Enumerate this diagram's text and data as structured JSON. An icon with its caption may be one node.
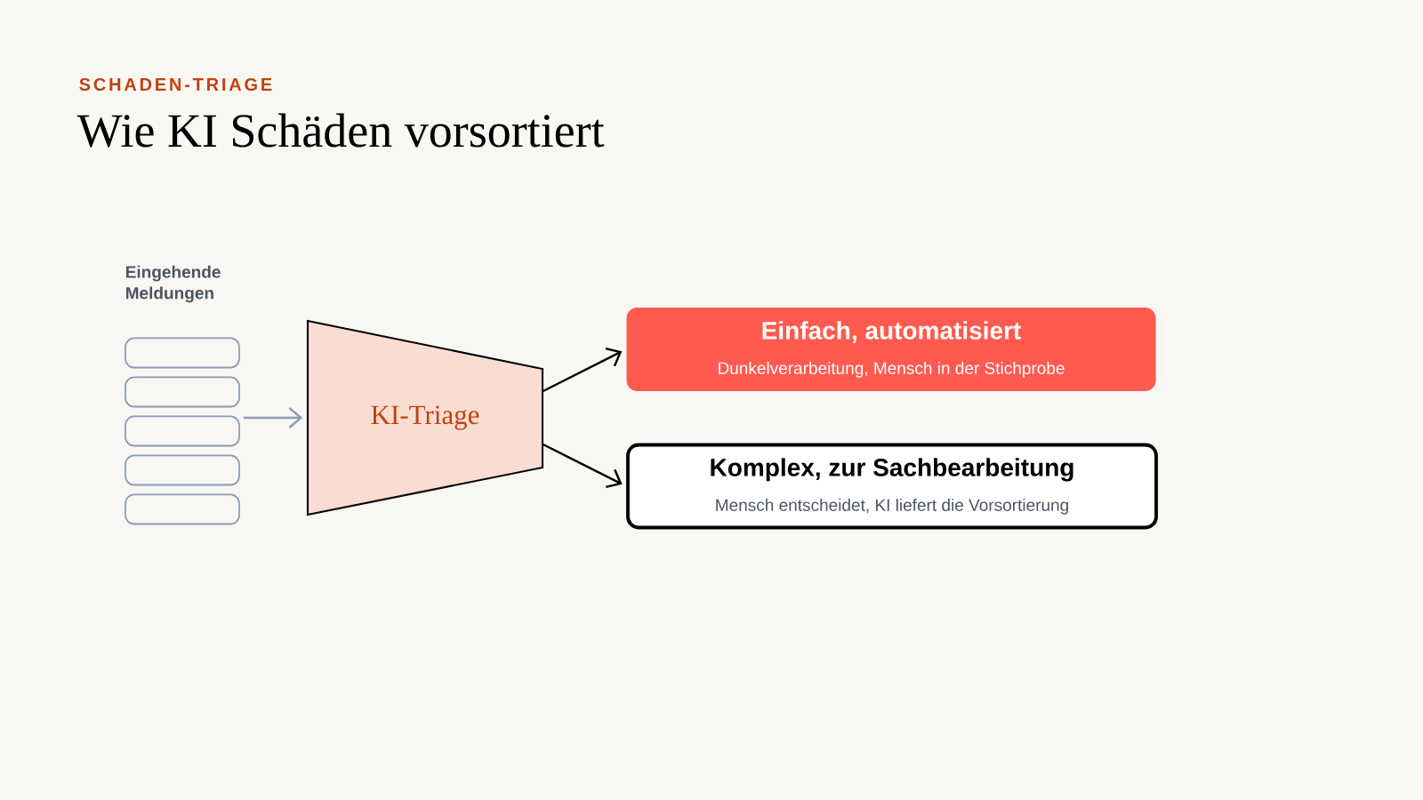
{
  "diagram": {
    "title": "Wie KI Schäden vorsortiert",
    "nodes": [
      {
        "text": [],
        "shape": "box"
      },
      {
        "text": [],
        "shape": "box"
      },
      {
        "text": [],
        "shape": "box"
      },
      {
        "text": [],
        "shape": "box"
      },
      {
        "text": [],
        "shape": "box"
      },
      {
        "text": [
          "KI-Triage"
        ]
      },
      {
        "text": [
          "Einfach, automatisiert",
          "Dunkelverarbeitung, Mensch in der Stichprobe"
        ]
      },
      {
        "text": [
          "Komplex, zur Sachbearbeitung",
          "Mensch entscheidet, KI liefert die Vorsortierung"
        ]
      }
    ],
    "edges": [
      {
        "from": 2,
        "to": 5,
        "arrow": "to",
        "color": "#8a9bb5"
      },
      {
        "from": 5,
        "to": 6,
        "arrow": "to"
      },
      {
        "from": 5,
        "to": 7,
        "arrow": "to"
      }
    ],
    "labels": [
      "SCHADEN-TRIAGE",
      "Eingehende Meldungen"
    ]
  }
}
